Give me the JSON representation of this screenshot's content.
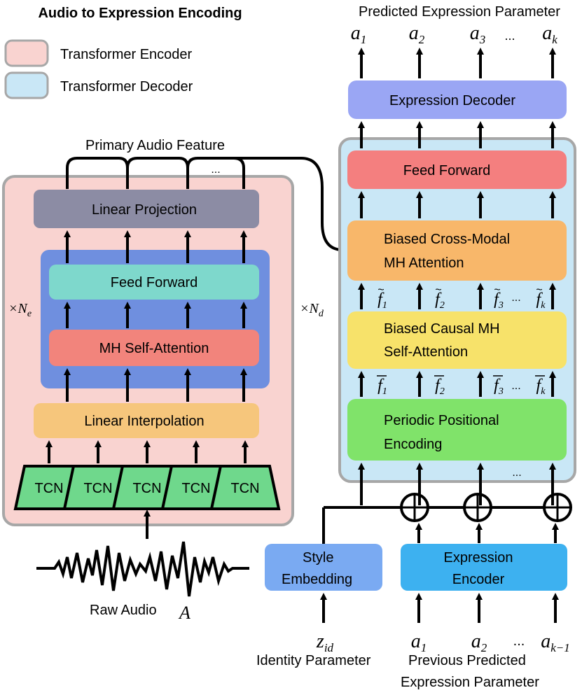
{
  "title": "Audio to Expression Encoding",
  "legend": {
    "encoder": {
      "label": "Transformer Encoder",
      "color": "#f9d3d0"
    },
    "decoder": {
      "label": "Transformer Decoder",
      "color": "#c9e7f6"
    }
  },
  "encoder": {
    "repeat": "×N",
    "repeat_sub": "e",
    "top_label": "Primary Audio Feature",
    "top_ellipsis": "...",
    "linear_projection": "Linear Projection",
    "feed_forward": "Feed Forward",
    "self_attention": "MH Self-Attention",
    "interpolation": "Linear Interpolation",
    "tcn": [
      "TCN",
      "TCN",
      "TCN",
      "TCN",
      "TCN"
    ],
    "raw_audio": "Raw Audio",
    "raw_audio_symbol": "A"
  },
  "decoder": {
    "repeat": "×N",
    "repeat_sub": "d",
    "output_title": "Predicted Expression Parameter",
    "outputs": [
      {
        "base": "a",
        "sub": "1"
      },
      {
        "base": "a",
        "sub": "2"
      },
      {
        "base": "a",
        "sub": "3"
      },
      {
        "base": "a",
        "sub": "k"
      }
    ],
    "output_ellipsis": "...",
    "expression_decoder": "Expression Decoder",
    "feed_forward": "Feed Forward",
    "cross_attention": [
      "Biased Cross-Modal",
      "MH Attention"
    ],
    "causal_attention": [
      "Biased Causal MH",
      "Self-Attention"
    ],
    "positional": [
      "Periodic Positional",
      "Encoding"
    ],
    "tilde_f": [
      {
        "base": "f",
        "sub": "1"
      },
      {
        "base": "f",
        "sub": "2"
      },
      {
        "base": "f",
        "sub": "3"
      },
      {
        "base": "f",
        "sub": "k"
      }
    ],
    "bar_f": [
      {
        "base": "f",
        "sub": "1"
      },
      {
        "base": "f",
        "sub": "2"
      },
      {
        "base": "f",
        "sub": "3"
      },
      {
        "base": "f",
        "sub": "k"
      }
    ],
    "f_ellipsis": "...",
    "bottom_ellipsis": "..."
  },
  "inputs": {
    "style_embedding": [
      "Style",
      "Embedding"
    ],
    "expression_encoder": [
      "Expression",
      "Encoder"
    ],
    "z": {
      "base": "z",
      "sub": "id"
    },
    "identity_label": "Identity Parameter",
    "prev": [
      {
        "base": "a",
        "sub": "1"
      },
      {
        "base": "a",
        "sub": "2"
      },
      {
        "base": "a",
        "sub": "k−1"
      }
    ],
    "prev_ellipsis": "...",
    "prev_label": [
      "Previous Predicted",
      "Expression Parameter"
    ]
  },
  "colors": {
    "encoder_bg": "#f9d3d0",
    "decoder_bg": "#c9e7f6",
    "border": "#a7a7a7",
    "linear_projection": "#8c8ca4",
    "attention_block": "#6f8fdf",
    "feed_forward_enc": "#7ed8cc",
    "self_attention": "#f2847c",
    "interpolation": "#f6c67c",
    "tcn": "#6fd88c",
    "expression_decoder": "#9aa6f4",
    "feed_forward_dec": "#f47f7f",
    "cross_attention": "#f8b76a",
    "causal_attention": "#f7e26a",
    "positional": "#80e36a",
    "style_embedding": "#7aaaf2",
    "expression_encoder": "#3db1f0"
  }
}
